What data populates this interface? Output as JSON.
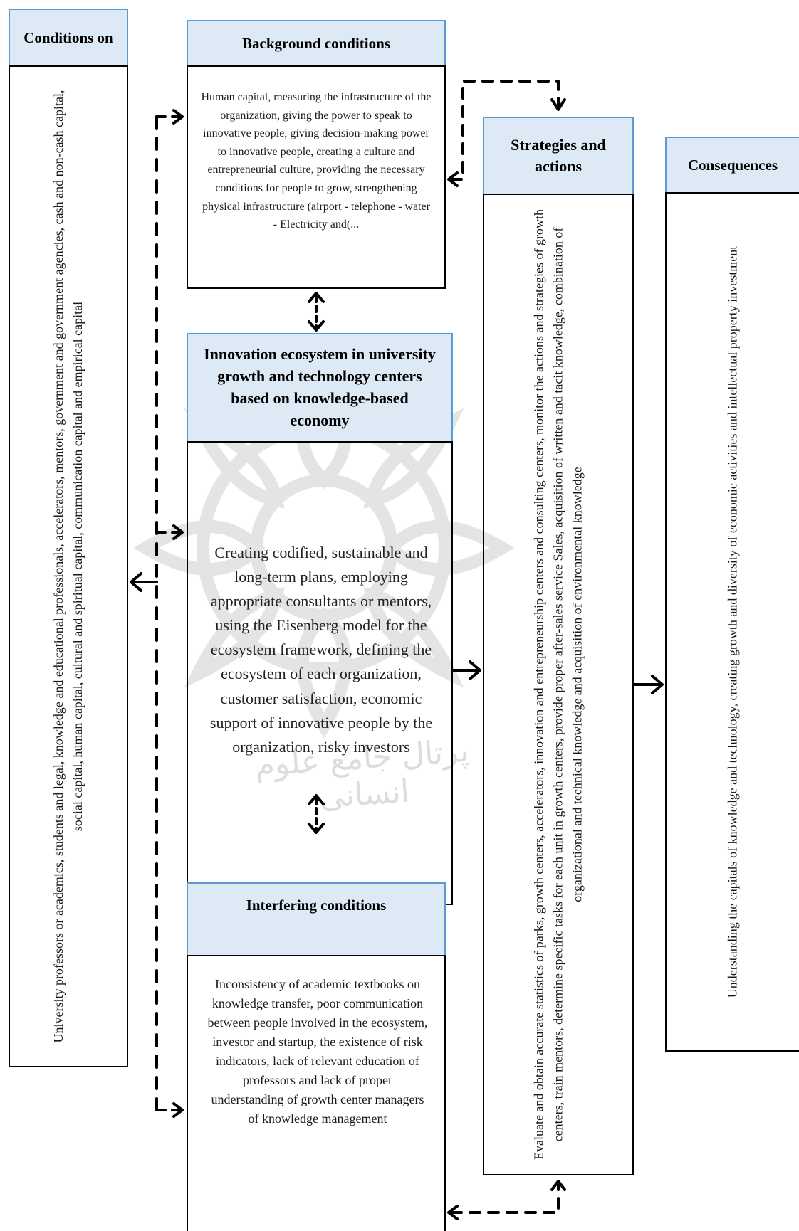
{
  "conditions_on": {
    "title": "Conditions on",
    "text": "University professors or academics, students and legal, knowledge and educational professionals, accelerators, mentors, government and government agencies, cash and non-cash capital, social capital, human capital, cultural and spiritual capital, communication capital and empirical capital"
  },
  "background_conditions": {
    "title": "Background conditions",
    "text": "Human capital, measuring the infrastructure of the organization, giving the power to speak to innovative people, giving decision-making power to innovative people, creating a culture and entrepreneurial culture, providing the necessary conditions for people to grow, strengthening physical infrastructure (airport - telephone - water - Electricity and(..."
  },
  "innovation_ecosystem": {
    "title": "Innovation ecosystem in university growth and technology centers based on knowledge-based economy",
    "text": "Creating codified, sustainable and long-term plans, employing appropriate consultants or mentors, using the Eisenberg model for the ecosystem framework, defining the ecosystem of each organization, customer satisfaction, economic support of innovative people by the organization, risky investors"
  },
  "interfering_conditions": {
    "title": "Interfering conditions",
    "text": "Inconsistency of academic textbooks on knowledge transfer, poor communication between people involved in the ecosystem, investor and startup, the existence of risk indicators, lack of relevant education of professors and lack of proper understanding of growth center managers of knowledge management"
  },
  "strategies_actions": {
    "title": "Strategies and actions",
    "text": "Evaluate and obtain accurate statistics of parks, growth centers, accelerators, innovation and entrepreneurship centers and consulting centers, monitor the actions and strategies of growth centers, train mentors, determine specific tasks for each unit in growth centers, provide proper after-sales service Sales, acquisition of written and tacit knowledge, combination of organizational and technical knowledge and acquisition of environmental knowledge"
  },
  "consequences": {
    "title": "Consequences",
    "text": "Understanding the capitals of knowledge and technology, creating growth and diversity of economic activities and intellectual property investment"
  },
  "watermark": {
    "text": "پرتال جامع علوم انسانی",
    "color": "#c8c8c8"
  },
  "colors": {
    "header_fill": "#dde9f5",
    "header_border": "#5b9bd5",
    "box_border": "#000000"
  }
}
